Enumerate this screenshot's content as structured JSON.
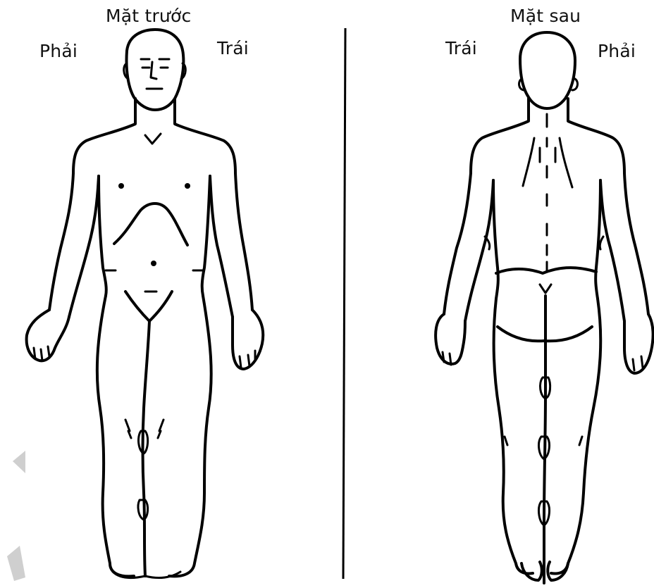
{
  "front": {
    "title": "Mặt trước",
    "right_label": "Phải",
    "left_label": "Trái"
  },
  "back": {
    "title": "Mặt sau",
    "left_label": "Trái",
    "right_label": "Phải"
  }
}
